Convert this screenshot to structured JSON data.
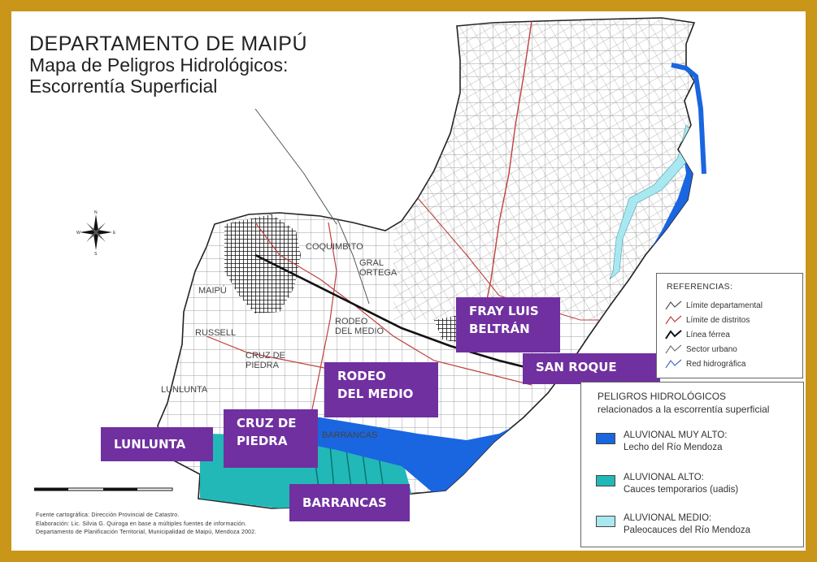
{
  "title": {
    "line1": "DEPARTAMENTO DE MAIPÚ",
    "line2": "Mapa de Peligros Hidrológicos:",
    "line3": "Escorrentía Superficial"
  },
  "district_labels": {
    "maipu": "MAIPÚ",
    "russell": "RUSSELL",
    "coquimbito": "COQUIMBITO",
    "gral_ortega_1": "GRAL",
    "gral_ortega_2": "ORTEGA",
    "rodeo_1": "RODEO",
    "rodeo_2": "DEL MEDIO",
    "cruz_1": "CRUZ DE",
    "cruz_2": "PIEDRA",
    "lunlunta": "LUNLUNTA",
    "barrancas": "BARRANCAS"
  },
  "overlay_labels": [
    {
      "id": "fray-luis-beltran",
      "line1": "FRAY LUIS",
      "line2": "BELTRÁN"
    },
    {
      "id": "san-roque",
      "line1": "SAN  ROQUE"
    },
    {
      "id": "rodeo-del-medio",
      "line1": "RODEO",
      "line2": "DEL MEDIO"
    },
    {
      "id": "cruz-de-piedra",
      "line1": "CRUZ DE",
      "line2": "PIEDRA"
    },
    {
      "id": "lunlunta",
      "line1": "LUNLUNTA"
    },
    {
      "id": "barrancas",
      "line1": "BARRANCAS"
    }
  ],
  "references": {
    "title": "REFERENCIAS:",
    "items": [
      {
        "label": "Límite departamental",
        "color": "#555555"
      },
      {
        "label": "Límite de distritos",
        "color": "#c04040"
      },
      {
        "label": "Línea férrea",
        "color": "#111111"
      },
      {
        "label": "Sector urbano",
        "color": "#777777"
      },
      {
        "label": "Red hidrográfica",
        "color": "#4a6fd0"
      }
    ]
  },
  "hazards": {
    "title_line1": "PELIGROS HIDROLÓGICOS",
    "title_line2": "relacionados a la escorrentía superficial",
    "items": [
      {
        "label1": "ALUVIONAL MUY ALTO:",
        "label2": "Lecho del Río Mendoza",
        "color": "#1a66e0"
      },
      {
        "label1": "ALUVIONAL ALTO:",
        "label2": "Cauces temporarios (uadis)",
        "color": "#22b8b8"
      },
      {
        "label1": "ALUVIONAL MEDIO:",
        "label2": "Paleocauces del Río Mendoza",
        "color": "#a9e8f0"
      }
    ]
  },
  "credits": {
    "line1": "Fuente cartográfica: Dirección Provincial de Catastro.",
    "line2": "Elaboración: Lic. Silvia G. Quiroga en base a múltiples fuentes de información.",
    "line3": "Departamento de Planificación Territorial, Municipalidad de Maipú, Mendoza 2002."
  },
  "compass": {
    "n": "N",
    "s": "S",
    "e": "E",
    "w": "W"
  },
  "colors": {
    "frame": "#c9961a",
    "label_fill": "#7030a0",
    "river": "#1a66e0",
    "temporary": "#22b8b8",
    "paleo": "#a9e8f0"
  }
}
